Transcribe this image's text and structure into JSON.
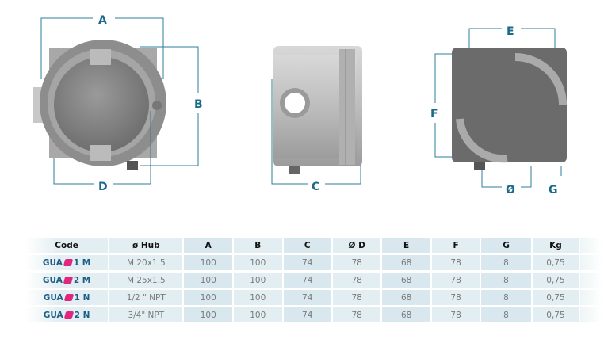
{
  "drawings": {
    "front_labels": [
      "A",
      "B",
      "D"
    ],
    "side_labels": [
      "C"
    ],
    "back_labels": [
      "E",
      "F",
      "Ø",
      "G"
    ],
    "accent_color": "#1b6a8a",
    "marker_color": "#e0277e"
  },
  "table": {
    "headers": [
      "Code",
      "ø Hub",
      "A",
      "B",
      "C",
      "Ø D",
      "E",
      "F",
      "G",
      "Kg"
    ],
    "rows": [
      {
        "code_prefix": "GUA",
        "code_suffix": "1 M",
        "hub": "M 20x1.5",
        "A": "100",
        "B": "100",
        "C": "74",
        "D": "78",
        "E": "68",
        "F": "78",
        "G": "8",
        "Kg": "0,75"
      },
      {
        "code_prefix": "GUA",
        "code_suffix": "2 M",
        "hub": "M 25x1.5",
        "A": "100",
        "B": "100",
        "C": "74",
        "D": "78",
        "E": "68",
        "F": "78",
        "G": "8",
        "Kg": "0,75"
      },
      {
        "code_prefix": "GUA",
        "code_suffix": "1 N",
        "hub": "1/2 \" NPT",
        "A": "100",
        "B": "100",
        "C": "74",
        "D": "78",
        "E": "68",
        "F": "78",
        "G": "8",
        "Kg": "0,75"
      },
      {
        "code_prefix": "GUA",
        "code_suffix": "2 N",
        "hub": "3/4\" NPT",
        "A": "100",
        "B": "100",
        "C": "74",
        "D": "78",
        "E": "68",
        "F": "78",
        "G": "8",
        "Kg": "0,75"
      }
    ]
  }
}
